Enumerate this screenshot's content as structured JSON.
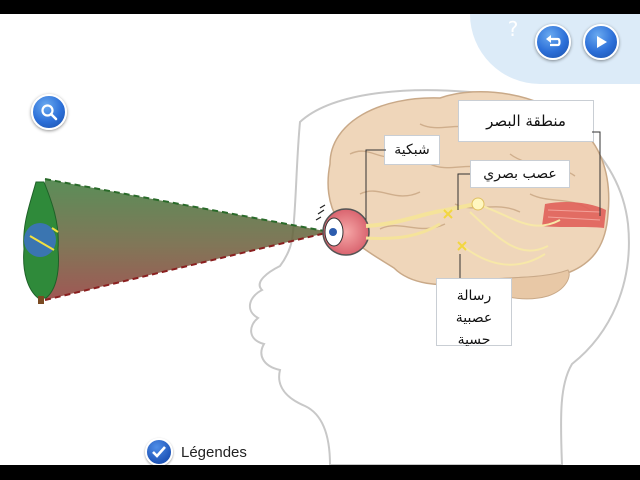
{
  "toolbar": {
    "help_label": "?"
  },
  "labels": {
    "visual_area": "منطقة البصر",
    "retina": "شبكية",
    "optic_nerve": "عصب بصري",
    "nerve_message_line1": "رسالة عصبية",
    "nerve_message_line2": "حسية"
  },
  "legend": {
    "label": "Légendes",
    "checked": true
  },
  "icons": {
    "zoom": "magnifier-icon",
    "back": "undo-arrow-icon",
    "play": "play-icon",
    "help": "question-mark-icon",
    "check": "checkmark-icon"
  },
  "colors": {
    "button_blue": "#2c6fd8",
    "panel": "#dcebf8",
    "brain": "#efd6ba",
    "tree": "#2f8a3a",
    "cone_top": "#2e8b3a",
    "cone_bottom": "#9b2a2a",
    "visual_cortex": "#e0605a",
    "nerve_path": "#f5e39a"
  }
}
